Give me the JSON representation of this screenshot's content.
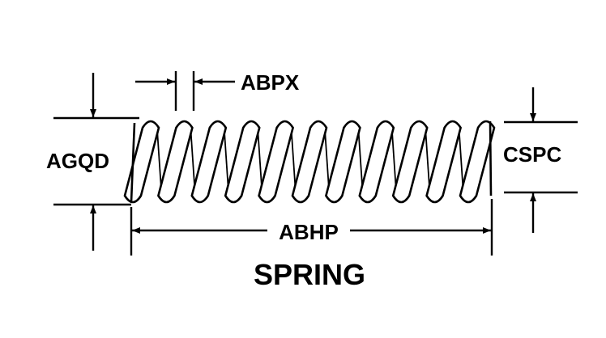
{
  "labels": {
    "wire_diameter": "ABPX",
    "outside_diameter": "AGQD",
    "inside_diameter": "CSPC",
    "overall_length": "ABHP",
    "title": "SPRING"
  },
  "colors": {
    "ink": "#000000",
    "background": "#ffffff"
  }
}
